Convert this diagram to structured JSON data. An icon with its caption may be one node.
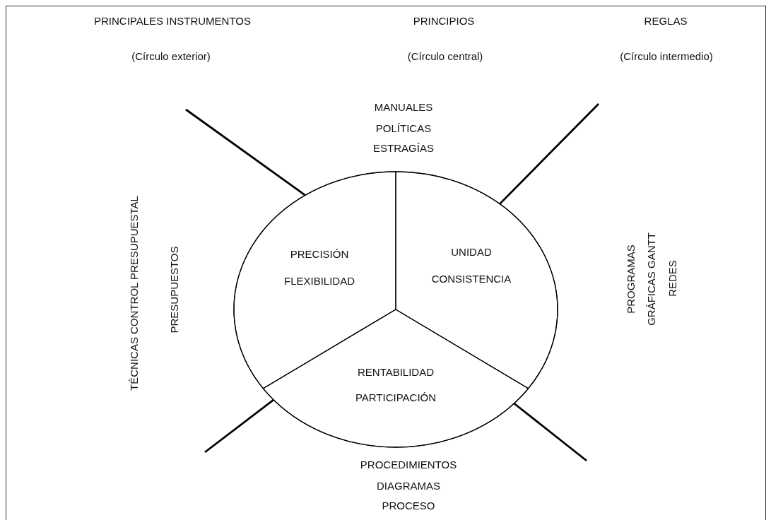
{
  "diagram": {
    "nodes": [
      {
        "text": [],
        "shape": "circle"
      },
      {
        "text": [
          "PRECISIÓN",
          "FLEXIBILIDAD"
        ],
        "in": 0
      },
      {
        "text": [
          "UNIDAD",
          "CONSISTENCIA"
        ],
        "in": 0
      },
      {
        "text": [
          "RENTABILIDAD",
          "PARTICIPACIÓN"
        ],
        "in": 0
      }
    ],
    "labels": [
      "PRINCIPALES INSTRUMENTOS",
      "PRINCIPIOS",
      "REGLAS",
      "(Círculo exterior)",
      "(Círculo central)",
      "(Círculo intermedio)",
      "MANUALES",
      "POLÍTICAS",
      "ESTRAGÍAS",
      "TÉCNICAS CONTROL PRESUPUESTAL",
      "PRESUPUESTOS",
      "PROGRAMAS",
      "GRÁFICAS GANTT",
      "REDES",
      "PROCEDIMIENTOS",
      "DIAGRAMAS",
      "PROCESO"
    ]
  }
}
